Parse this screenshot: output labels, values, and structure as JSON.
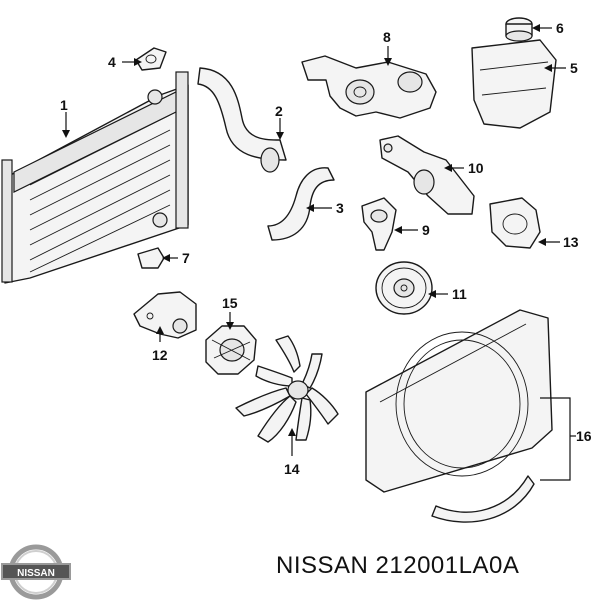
{
  "callouts": {
    "c1": "1",
    "c2": "2",
    "c3": "3",
    "c4": "4",
    "c5": "5",
    "c6": "6",
    "c7": "7",
    "c8": "8",
    "c10": "10",
    "c11": "11",
    "c12": "12",
    "c13": "13",
    "c14": "14",
    "c15": "15",
    "c16": "16",
    "c9": "9"
  },
  "logo": {
    "brand": "NISSAN"
  },
  "footer": {
    "part_label": "NISSAN 212001LA0A"
  },
  "colors": {
    "line": "#1a1a1a",
    "fill": "#f4f4f4",
    "text": "#111111"
  }
}
